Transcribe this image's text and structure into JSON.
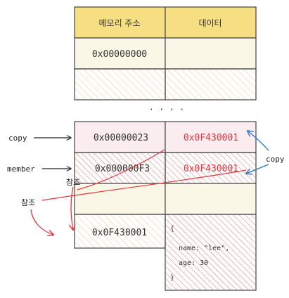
{
  "table": {
    "header": {
      "address": "메모리 주소",
      "data": "데이터"
    },
    "top_rows": [
      {
        "address": "0x00000000",
        "data": ""
      },
      {
        "address": "",
        "data": ""
      }
    ],
    "ellipsis": "· · · ·",
    "bottom_rows": [
      {
        "address": "0x00000023",
        "data": "0x0F430001"
      },
      {
        "address": "0x000000F3",
        "data": "0x0F430001"
      },
      {
        "address": "",
        "data": ""
      },
      {
        "address": "0x0F430001",
        "object_lines": [
          "{",
          "name: \"lee\",",
          "age: 30",
          "}"
        ]
      }
    ]
  },
  "labels": {
    "copy_left": "copy",
    "member_left": "member",
    "copy_right": "copy",
    "ref_a": "참조",
    "ref_b": "참조"
  },
  "colors": {
    "header_fill": "#f6de83",
    "cell_fill": "#fbf7e6",
    "pink_fill": "#fbecef",
    "hatch": "#e9c07a",
    "red_hatch": "#e07070",
    "border": "#444444",
    "red": "#e0353b",
    "blue": "#2a78c2"
  }
}
